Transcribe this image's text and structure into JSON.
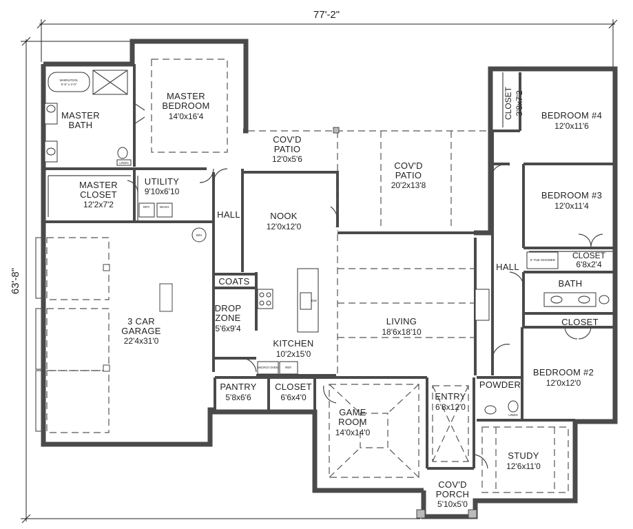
{
  "dimensions": {
    "width": "77'-2\"",
    "depth": "63'-8\""
  },
  "rooms": [
    {
      "id": "master-bedroom",
      "name": "MASTER BEDROOM",
      "name_lines": [
        "MASTER",
        "BEDROOM"
      ],
      "size": "14'0x16'4"
    },
    {
      "id": "master-bath",
      "name": "MASTER BATH",
      "name_lines": [
        "MASTER",
        "BATH"
      ],
      "size": ""
    },
    {
      "id": "master-closet",
      "name": "MASTER CLOSET",
      "name_lines": [
        "MASTER",
        "CLOSET"
      ],
      "size": "12'2x7'2"
    },
    {
      "id": "utility",
      "name": "UTILITY",
      "name_lines": [
        "UTILITY"
      ],
      "size": "9'10x6'10"
    },
    {
      "id": "covd-patio-1",
      "name": "COV'D PATIO",
      "name_lines": [
        "COV'D",
        "PATIO"
      ],
      "size": "12'0x5'6"
    },
    {
      "id": "covd-patio-2",
      "name": "COV'D PATIO",
      "name_lines": [
        "COV'D",
        "PATIO"
      ],
      "size": "20'2x13'8"
    },
    {
      "id": "closet-br4",
      "name": "CLOSET",
      "name_lines": [
        "CLOSET"
      ],
      "size": "3'8x7'2"
    },
    {
      "id": "bedroom-4",
      "name": "BEDROOM #4",
      "name_lines": [
        "BEDROOM #4"
      ],
      "size": "12'0x11'6"
    },
    {
      "id": "bedroom-3",
      "name": "BEDROOM #3",
      "name_lines": [
        "BEDROOM #3"
      ],
      "size": "12'0x11'4"
    },
    {
      "id": "hall-1",
      "name": "HALL",
      "name_lines": [
        "HALL"
      ],
      "size": ""
    },
    {
      "id": "nook",
      "name": "NOOK",
      "name_lines": [
        "NOOK"
      ],
      "size": "12'0x12'0"
    },
    {
      "id": "closet-bath",
      "name": "CLOSET",
      "name_lines": [
        "CLOSET"
      ],
      "size": "6'8x2'4"
    },
    {
      "id": "hall-2",
      "name": "HALL",
      "name_lines": [
        "HALL"
      ],
      "size": ""
    },
    {
      "id": "bath",
      "name": "BATH",
      "name_lines": [
        "BATH"
      ],
      "size": ""
    },
    {
      "id": "coats",
      "name": "COATS",
      "name_lines": [
        "COATS"
      ],
      "size": ""
    },
    {
      "id": "drop-zone",
      "name": "DROP ZONE",
      "name_lines": [
        "DROP",
        "ZONE"
      ],
      "size": "5'6x9'4"
    },
    {
      "id": "garage",
      "name": "3 CAR GARAGE",
      "name_lines": [
        "3 CAR",
        "GARAGE"
      ],
      "size": "22'4x31'0"
    },
    {
      "id": "living",
      "name": "LIVING",
      "name_lines": [
        "LIVING"
      ],
      "size": "18'6x18'10"
    },
    {
      "id": "closet-hall",
      "name": "CLOSET",
      "name_lines": [
        "CLOSET"
      ],
      "size": ""
    },
    {
      "id": "kitchen",
      "name": "KITCHEN",
      "name_lines": [
        "KITCHEN"
      ],
      "size": "10'2x15'0"
    },
    {
      "id": "bedroom-2",
      "name": "BEDROOM #2",
      "name_lines": [
        "BEDROOM #2"
      ],
      "size": "12'0x12'0"
    },
    {
      "id": "pantry",
      "name": "PANTRY",
      "name_lines": [
        "PANTRY"
      ],
      "size": "5'8x6'6"
    },
    {
      "id": "closet-game",
      "name": "CLOSET",
      "name_lines": [
        "CLOSET"
      ],
      "size": "6'6x4'0"
    },
    {
      "id": "entry",
      "name": "ENTRY",
      "name_lines": [
        "ENTRY"
      ],
      "size": "6'8x12'0"
    },
    {
      "id": "powder",
      "name": "POWDER",
      "name_lines": [
        "POWDER"
      ],
      "size": ""
    },
    {
      "id": "game-room",
      "name": "GAME ROOM",
      "name_lines": [
        "GAME",
        "ROOM"
      ],
      "size": "14'0x14'0"
    },
    {
      "id": "study",
      "name": "STUDY",
      "name_lines": [
        "STUDY"
      ],
      "size": "12'6x11'0"
    },
    {
      "id": "covd-porch",
      "name": "COV'D PORCH",
      "name_lines": [
        "COV'D",
        "PORCH"
      ],
      "size": "5'10x5'0"
    }
  ],
  "fixture_labels": {
    "whirlpool": "WHIRLPOOL",
    "whirlpool_size": "5'-6\" x 4'-0\"",
    "tub_shower": "5' TUB /SHOWER",
    "dryer": "DRY.",
    "washer": "WASH.",
    "water_heater": "W/H",
    "refrigerator": "REF.",
    "cooktop": "COOKTOP",
    "dishwasher": "DW",
    "microwave": "MICRO/ OVEN",
    "linen": "LINEN"
  }
}
